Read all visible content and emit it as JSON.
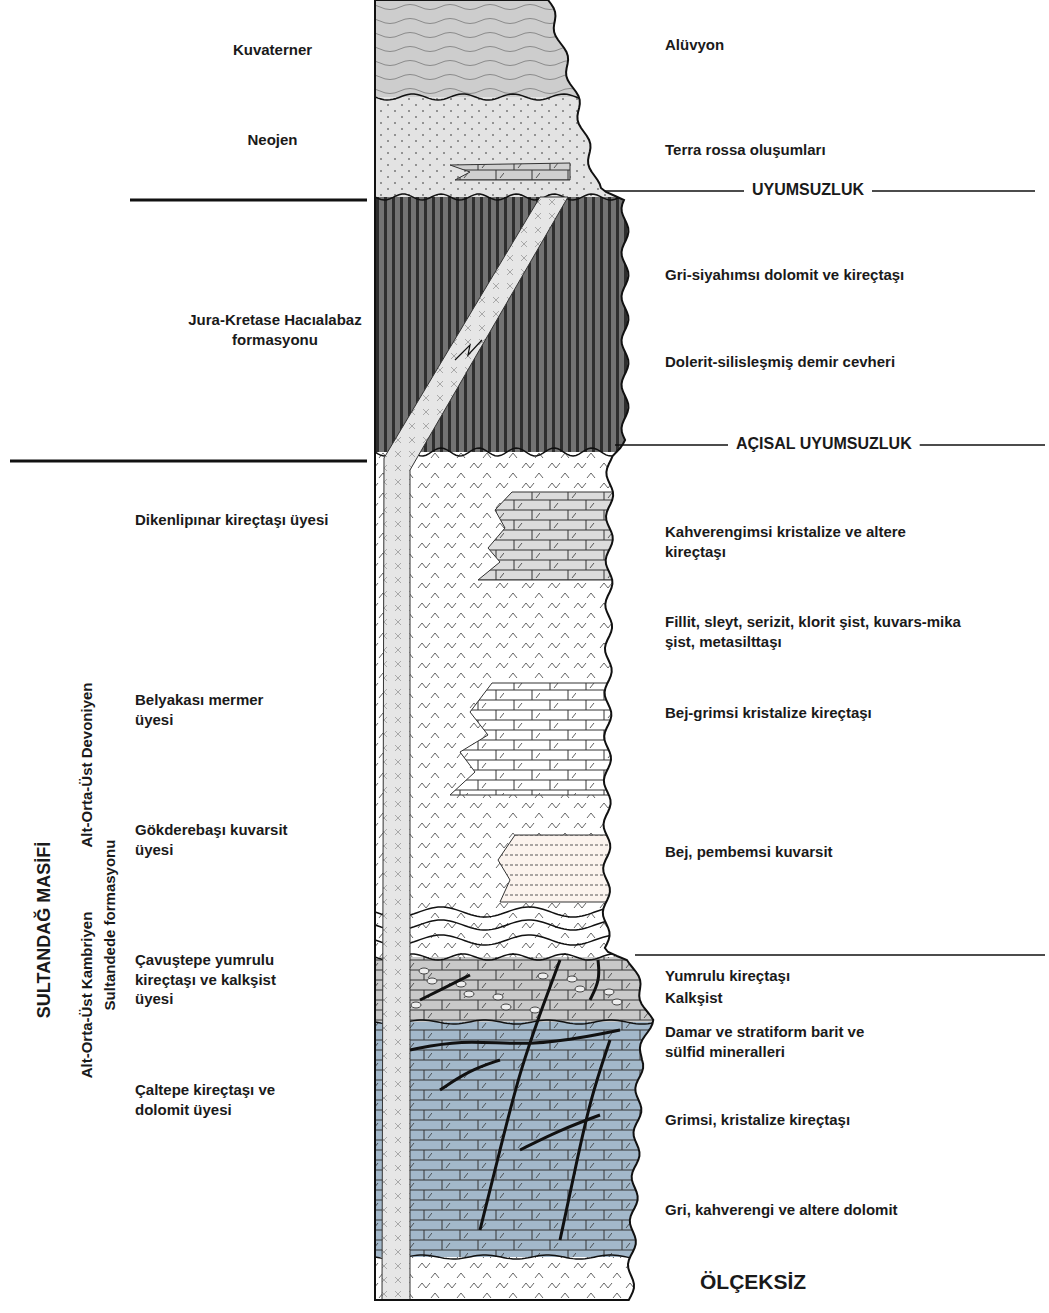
{
  "diagram": {
    "labels": [
      "Kuvaterner",
      "Neojen",
      "Jura-Kretase Hacıalabaz formasyonu",
      "Dikenlipınar kireçtaşı üyesi",
      "Belyakası mermer üyesi",
      "Gökderebaşı kuvarsit üyesi",
      "Çavuştepe yumrulu kireçtaşı ve kalkşist üyesi",
      "Çaltepe kireçtaşı ve dolomit üyesi",
      "SULTANDAĞ MASİFİ",
      "Alt-Orta-Üst Kambriyen",
      "Sultandede formasyonu",
      "Alt-Orta-Üst Devoniyen",
      "Alüvyon",
      "Terra rossa oluşumları",
      "UYUMSUZLUK",
      "Gri-siyahımsı dolomit ve kireçtaşı",
      "Dolerit-silisleşmiş demir cevheri",
      "AÇISAL UYUMSUZLUK",
      "Kahverengimsi kristalize ve altere kireçtaşı",
      "Fillit, sleyt, serizit, klorit şist, kuvars-mika şist, metasilttaşı",
      "Bej-grimsi kristalize kireçtaşı",
      "Bej, pembemsi kuvarsit",
      "Yumrulu kireçtaşı",
      "Kalkşist",
      "Damar ve stratiform barit ve sülfid mineralleri",
      "Grimsi, kristalize kireçtaşı",
      "Gri, kahverengi ve altere dolomit",
      "ÖLÇEKSİZ"
    ]
  }
}
